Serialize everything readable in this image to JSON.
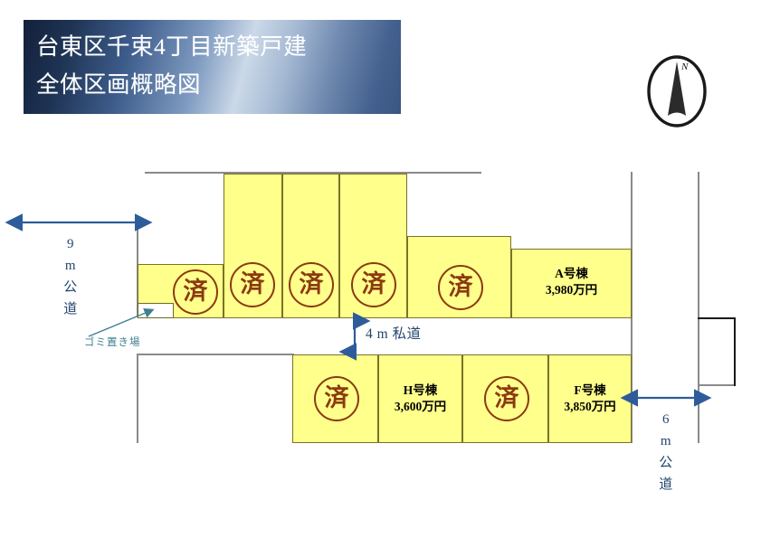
{
  "title": {
    "line1": "台東区千束4丁目新築戸建",
    "line2": "全体区画概略図",
    "full": "台東区千束4丁目新築戸建\n全体区画概略図"
  },
  "compass": {
    "north_label": "N",
    "icon": "compass-north-arrow"
  },
  "colors": {
    "plot_fill": "#ffff8c",
    "plot_border": "#7a7327",
    "stamp": "#8b3a10",
    "dimension": "#23466e",
    "annotation": "#3f7f8f",
    "boundary": "#8a8a8a",
    "title_dark": "#13203b",
    "title_light": "#cbd9e8"
  },
  "sold_mark": "済",
  "roads": [
    {
      "id": "west-road",
      "width_label": "9",
      "unit": "m",
      "type": "公道",
      "text": "9\nm\n公\n道"
    },
    {
      "id": "private-road",
      "width_label": "4",
      "unit": "m",
      "type": "私道",
      "text": "4 m 私道"
    },
    {
      "id": "east-road",
      "width_label": "6",
      "unit": "m",
      "type": "公道",
      "text": "6\nm\n公\n道"
    }
  ],
  "annotations": [
    {
      "id": "garbage-station",
      "text": "ゴミ置き場"
    }
  ],
  "upper_row": [
    {
      "id": "plot-u1",
      "status": "済",
      "label": "",
      "price": ""
    },
    {
      "id": "plot-u2",
      "status": "済",
      "label": "",
      "price": ""
    },
    {
      "id": "plot-u3",
      "status": "済",
      "label": "",
      "price": ""
    },
    {
      "id": "plot-u4",
      "status": "済",
      "label": "",
      "price": ""
    },
    {
      "id": "plot-u5",
      "status": "済",
      "label": "",
      "price": ""
    },
    {
      "id": "plot-A",
      "status": "available",
      "label": "A号棟",
      "price": "3,980万円",
      "text": "A号棟\n3,980万円"
    }
  ],
  "lower_row": [
    {
      "id": "plot-l1",
      "status": "済",
      "label": "",
      "price": ""
    },
    {
      "id": "plot-H",
      "status": "available",
      "label": "H号棟",
      "price": "3,600万円",
      "text": "H号棟\n3,600万円"
    },
    {
      "id": "plot-l3",
      "status": "済",
      "label": "",
      "price": ""
    },
    {
      "id": "plot-F",
      "status": "available",
      "label": "F号棟",
      "price": "3,850万円",
      "text": "F号棟\n3,850万円"
    }
  ]
}
